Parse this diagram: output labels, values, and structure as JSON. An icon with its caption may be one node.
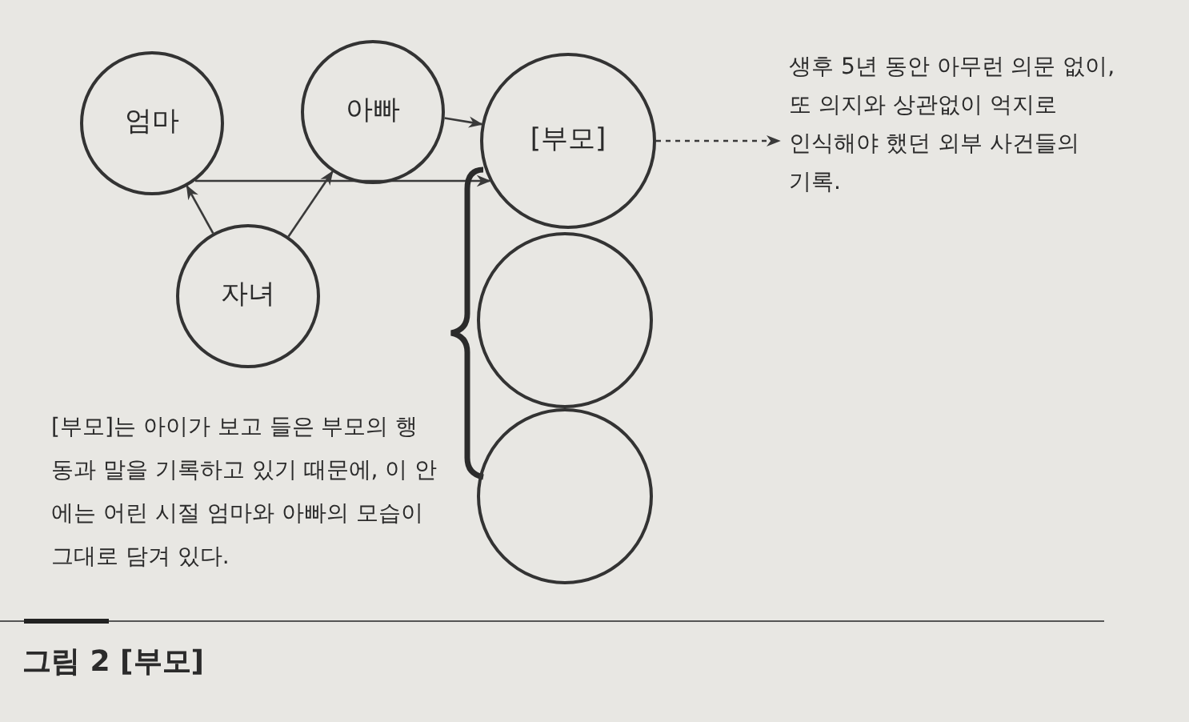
{
  "diagram": {
    "caption": "그림 2 [부모]",
    "nodes": [
      {
        "text": [
          "엄마"
        ]
      },
      {
        "text": [
          "아빠"
        ]
      },
      {
        "text": [
          "[부모]"
        ]
      },
      {
        "text": [
          "자녀"
        ]
      },
      {
        "text": [],
        "shape": "circle"
      },
      {
        "text": [],
        "shape": "circle"
      },
      {
        "text": [
          "생후 5년 동안 아무런 의문 없이, 또 의지와 상관없이 억지로 인식해야 했던 외부 사건들의 기록."
        ]
      }
    ],
    "edges": [
      {
        "from": 1,
        "to": 2,
        "arrow": "to"
      },
      {
        "from": 0,
        "to": 2,
        "arrow": "to"
      },
      {
        "from": 3,
        "to": 0,
        "arrow": "to"
      },
      {
        "from": 3,
        "to": 1,
        "arrow": "to"
      },
      {
        "from": 2,
        "to": 6,
        "arrow": "to",
        "style": "dashed"
      }
    ],
    "labels": [
      "[부모]는 아이가 보고 들은 부모의 행동과 말을 기록하고 있기 때문에, 이 안에는 어린 시절 엄마와 아빠의 모습이 그대로 담겨 있다."
    ]
  }
}
